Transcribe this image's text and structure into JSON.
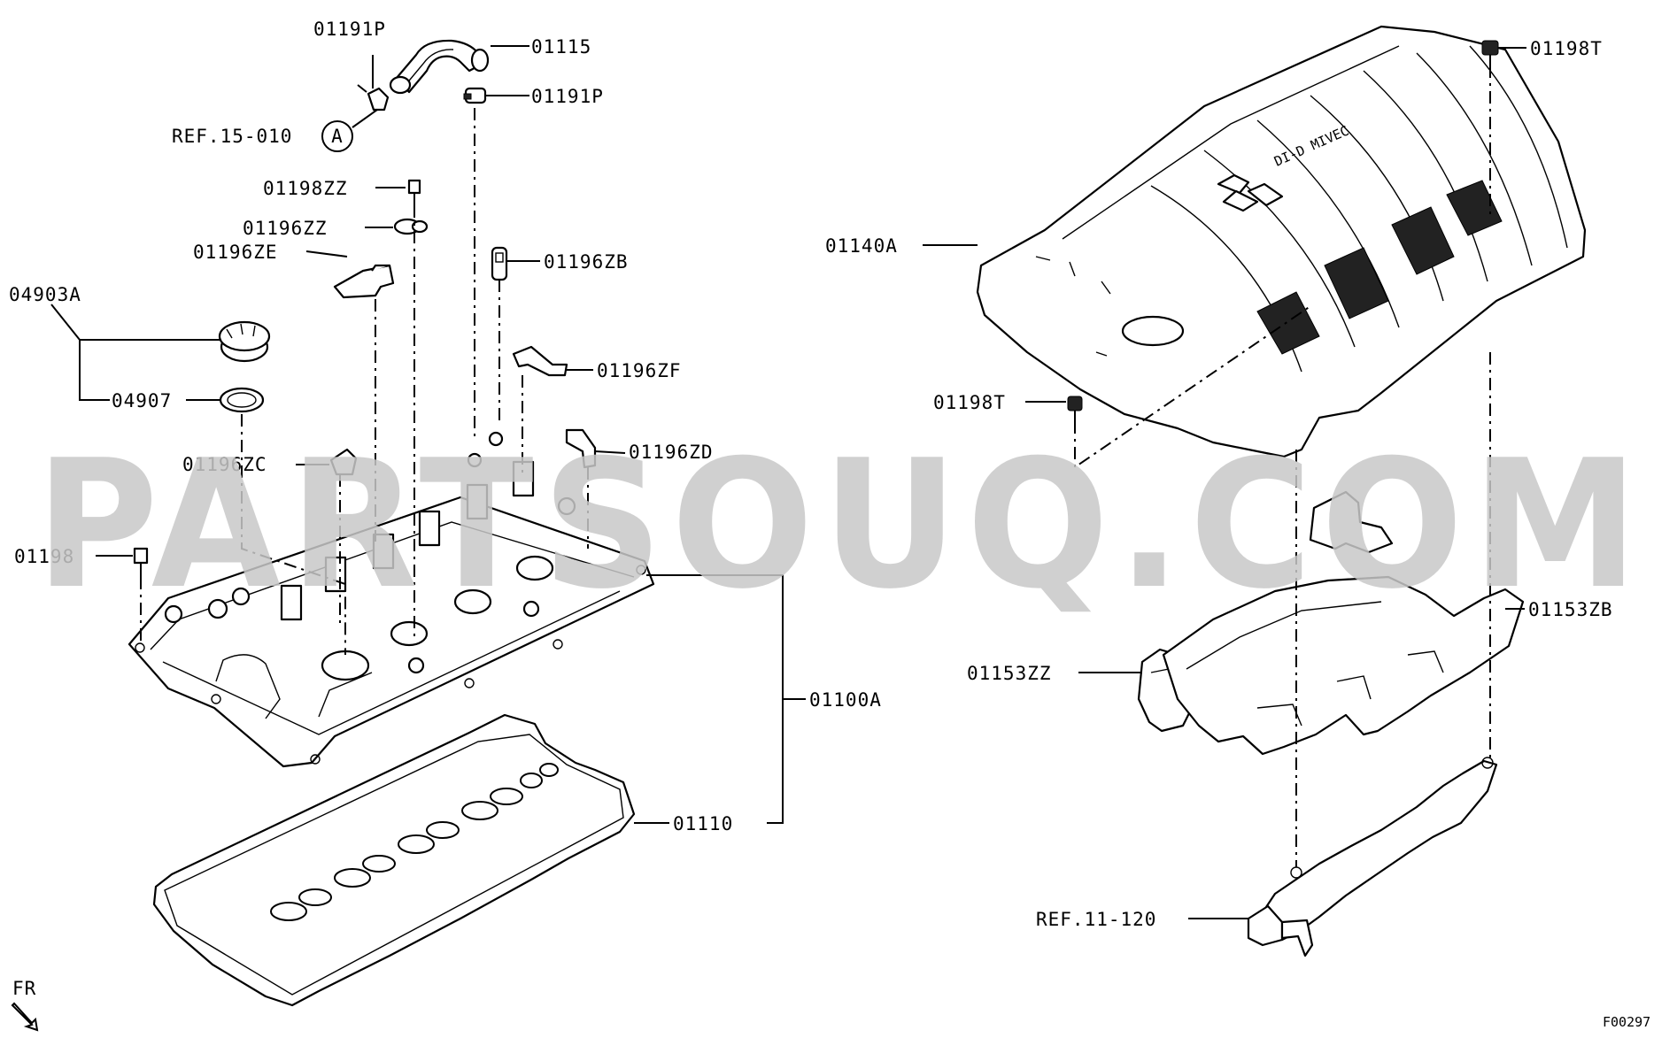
{
  "watermark": "PARTSOUQ.COM",
  "figure_code": "F00297",
  "direction_label": "FR",
  "ref_a_marker": "A",
  "labels": {
    "p01191P_top": "01191P",
    "p01115": "01115",
    "p01191P_right": "01191P",
    "ref_15_010": "REF.15-010",
    "p01198ZZ": "01198ZZ",
    "p01196ZZ": "01196ZZ",
    "p01196ZE": "01196ZE",
    "p04903A": "04903A",
    "p01196ZB": "01196ZB",
    "p01196ZF": "01196ZF",
    "p04907": "04907",
    "p01196ZC": "01196ZC",
    "p01196ZD": "01196ZD",
    "p01198": "01198",
    "p01100A": "01100A",
    "p01110": "01110",
    "p01198T_top": "01198T",
    "p01140A": "01140A",
    "p01198T_left": "01198T",
    "p01153ZB": "01153ZB",
    "p01153ZZ": "01153ZZ",
    "ref_11_120": "REF.11-120"
  },
  "emblem_text": "DI-D MIVEC"
}
